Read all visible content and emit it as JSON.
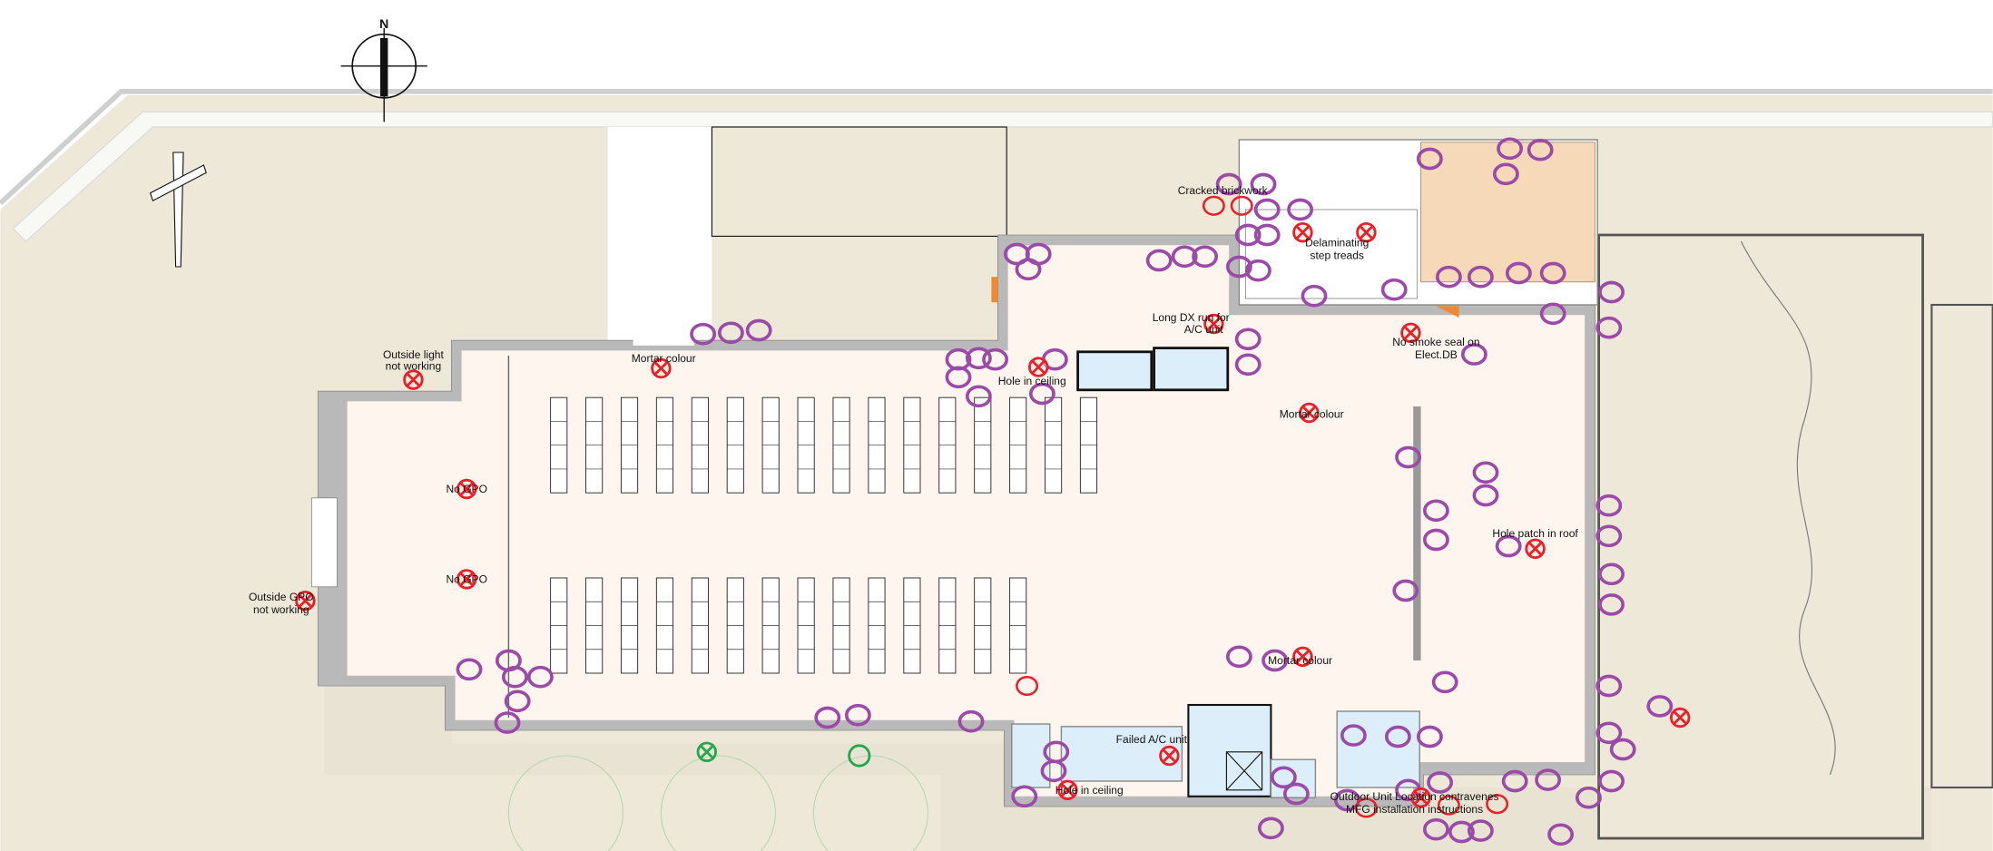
{
  "compass": {
    "label": "N"
  },
  "colors": {
    "ground": "#EDE8D8",
    "floor": "#FDF5EE",
    "wall": "#B9B9B9",
    "wet_area": "#DDEEFB",
    "paving": "#E9E3D3",
    "defect_marker": "#E8202A",
    "inspection_circle": "#9B4AA8",
    "ok_marker": "#22A84A",
    "orange_detail": "#F08A30"
  },
  "issues": [
    {
      "id": "outside-light",
      "label": [
        "Outside light",
        "not working"
      ]
    },
    {
      "id": "no-gpo-1",
      "label": [
        "No GPO"
      ]
    },
    {
      "id": "no-gpo-2",
      "label": [
        "No GPO"
      ]
    },
    {
      "id": "outside-gpo",
      "label": [
        "Outside GPO",
        "not working"
      ]
    },
    {
      "id": "mortar-colour-1",
      "label": [
        "Mortar colour"
      ]
    },
    {
      "id": "hole-in-ceiling-1",
      "label": [
        "Hole in ceiling"
      ]
    },
    {
      "id": "long-dx-run",
      "label": [
        "Long DX run for",
        "A/C unit"
      ]
    },
    {
      "id": "cracked-brickwork",
      "label": [
        "Cracked brickwork"
      ]
    },
    {
      "id": "delaminating-step-treads",
      "label": [
        "Delaminating",
        "step treads"
      ]
    },
    {
      "id": "no-smoke-seal",
      "label": [
        "No smoke seal on",
        "Elect.DB"
      ]
    },
    {
      "id": "mortar-colour-2",
      "label": [
        "Mortar colour"
      ]
    },
    {
      "id": "hole-patch-roof",
      "label": [
        "Hole patch in roof"
      ]
    },
    {
      "id": "mortar-colour-3",
      "label": [
        "Mortar colour"
      ]
    },
    {
      "id": "failed-ac-unit",
      "label": [
        "Failed A/C unit"
      ]
    },
    {
      "id": "hole-in-ceiling-2",
      "label": [
        "Hole in ceiling"
      ]
    },
    {
      "id": "outdoor-unit-location",
      "label": [
        "Outdoor Unit Location contravenes",
        "MFG installation instructions"
      ]
    }
  ]
}
